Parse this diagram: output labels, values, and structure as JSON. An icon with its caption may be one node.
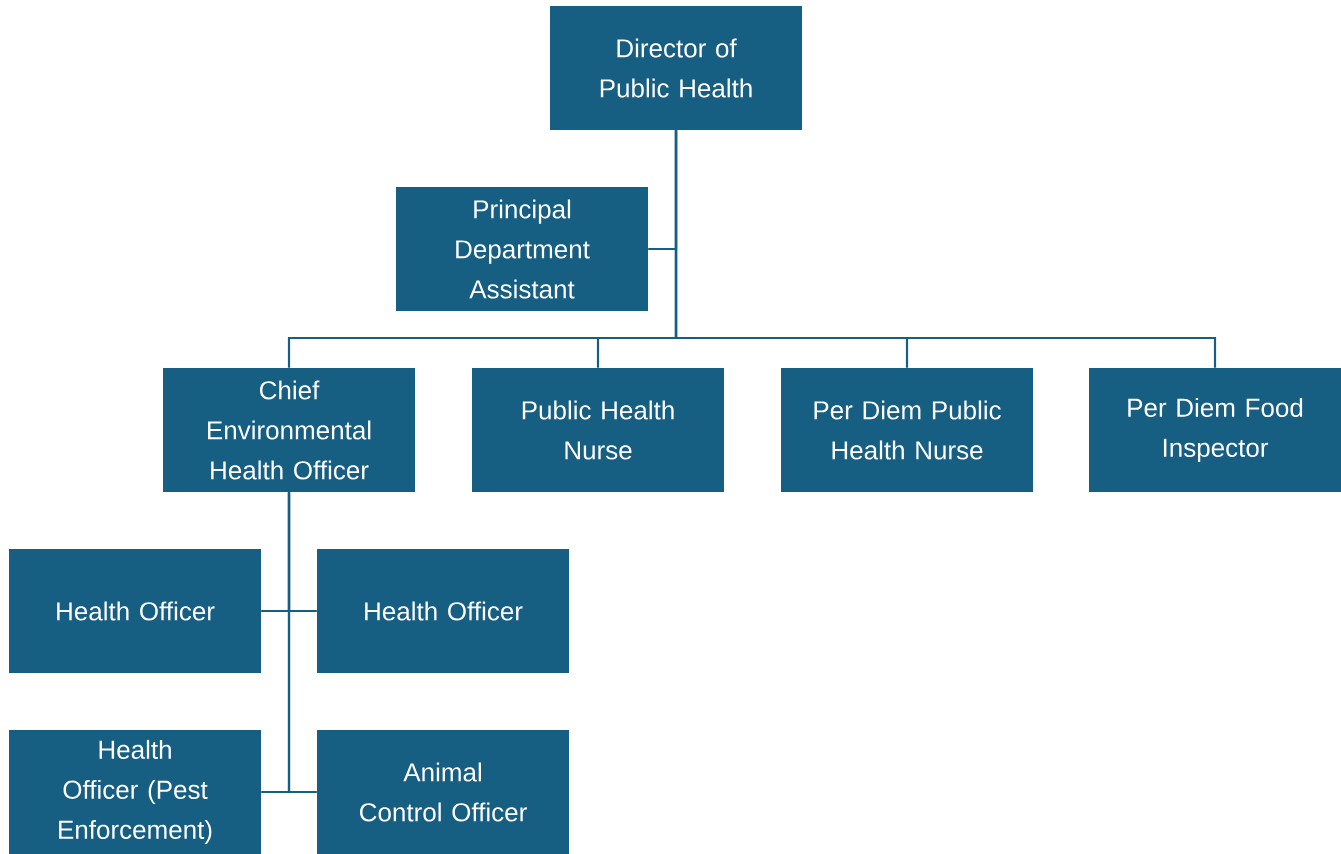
{
  "diagram": {
    "nodes": [
      {
        "text": [
          "Director of Public Health"
        ]
      },
      {
        "text": [
          "Principal Department Assistant"
        ]
      },
      {
        "text": [
          "Chief Environmental Health Officer"
        ]
      },
      {
        "text": [
          "Public Health Nurse"
        ]
      },
      {
        "text": [
          "Per Diem Public Health Nurse"
        ]
      },
      {
        "text": [
          "Per Diem Food Inspector"
        ]
      },
      {
        "text": [
          "Health Officer"
        ]
      },
      {
        "text": [
          "Health Officer"
        ]
      },
      {
        "text": [
          "Health Officer (Pest Enforcement)"
        ]
      },
      {
        "text": [
          "Animal Control Officer"
        ]
      }
    ],
    "edges": [
      {
        "from": 0,
        "to": 1,
        "arrow": "none"
      },
      {
        "from": 0,
        "to": 2,
        "arrow": "none"
      },
      {
        "from": 0,
        "to": 3,
        "arrow": "none"
      },
      {
        "from": 0,
        "to": 4,
        "arrow": "none"
      },
      {
        "from": 0,
        "to": 5,
        "arrow": "none"
      },
      {
        "from": 2,
        "to": 6,
        "arrow": "none"
      },
      {
        "from": 2,
        "to": 7,
        "arrow": "none"
      },
      {
        "from": 2,
        "to": 8,
        "arrow": "none"
      },
      {
        "from": 2,
        "to": 9,
        "arrow": "none"
      }
    ]
  }
}
